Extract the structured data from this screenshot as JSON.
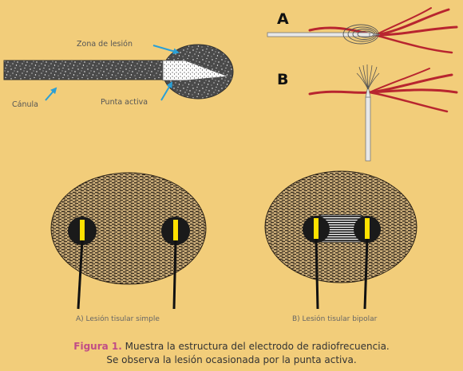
{
  "labels": {
    "zona": "Zona de lesión",
    "canula": "Cánula",
    "punta": "Punta activa",
    "letter_a": "A",
    "letter_b": "B",
    "sub_a": "A) Lesión tisular simple",
    "sub_b": "B) Lesión tisular bipolar"
  },
  "caption": {
    "figure": "Figura 1.",
    "line1": "Muestra la estructura del electrodo de radiofrecuencia.",
    "line2": "Se observa la lesión ocasionada por la punta activa."
  },
  "colors": {
    "background": "#f2cd7a",
    "arrow": "#2a9fd6",
    "nerve": "#b8252f",
    "electrode_tip": "#ffe100",
    "caption_highlight": "#c14d86"
  }
}
